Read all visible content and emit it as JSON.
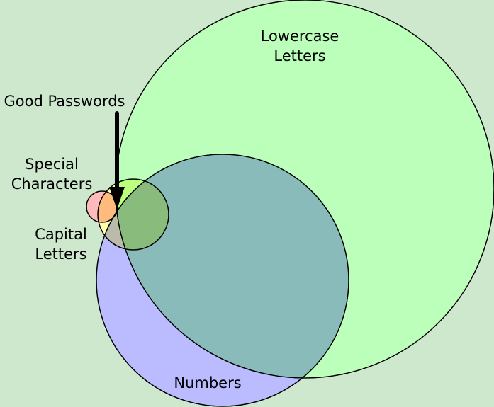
{
  "title": "Password character sets Venn diagram",
  "sets": [
    {
      "id": "lowercase",
      "label_lines": [
        "Lowercase",
        "Letters"
      ],
      "color": "#bbffbb"
    },
    {
      "id": "numbers",
      "label_lines": [
        "Numbers"
      ],
      "color": "#bbbbff"
    },
    {
      "id": "capital",
      "label_lines": [
        "Capital",
        "Letters"
      ],
      "color": "#ffffaa"
    },
    {
      "id": "special",
      "label_lines": [
        "Special",
        "Characters"
      ],
      "color": "#ffbbbb"
    }
  ],
  "annotation": {
    "label": "Good Passwords"
  },
  "background": "#cde8cd"
}
